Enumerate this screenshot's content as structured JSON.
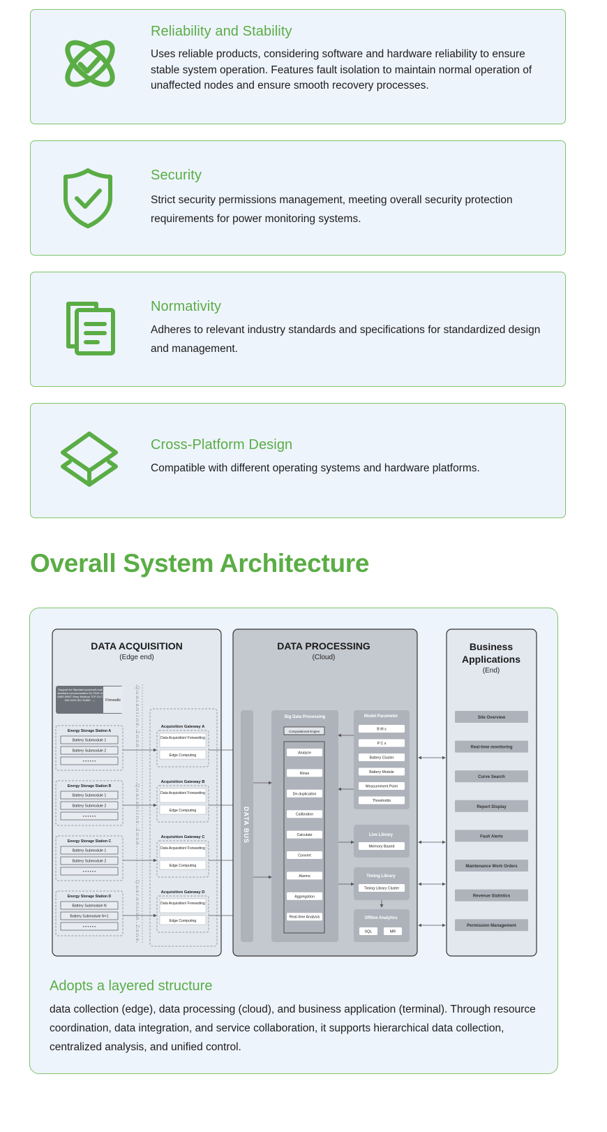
{
  "features": [
    {
      "title": "Reliability and Stability",
      "desc": "Uses reliable products, considering software and hardware reliability to ensure stable system operation. Features fault isolation to maintain normal operation of unaffected nodes and ensure smooth recovery processes.",
      "icon": "orbit-check-icon"
    },
    {
      "title": "Security",
      "desc": "Strict security permissions management, meeting overall security protection requirements for power monitoring systems.",
      "icon": "shield-check-icon"
    },
    {
      "title": "Normativity",
      "desc": "Adheres to relevant industry standards and specifications for standardized design and management.",
      "icon": "documents-icon"
    },
    {
      "title": "Cross-Platform Design",
      "desc": "Compatible with different operating systems and hardware platforms.",
      "icon": "layers-icon"
    }
  ],
  "section_title": "Overall System Architecture",
  "architecture": {
    "acquisition": {
      "title": "DATA ACQUISITION",
      "subtitle": "(Edge end)",
      "support_text": "Support for Standard protocol/Local standard communication DL/T645 UI MMS 698/T Wmp Modbus TCP DL/T 634.5104 IEC 61850 ......",
      "firewall": "Firewalls",
      "zone_label": "Quarantine Zone",
      "stations": [
        {
          "name": "Energy Storage Station A",
          "modules": [
            "Battery Submodule 1",
            "Battery Submodule 2",
            "• • • • • •"
          ]
        },
        {
          "name": "Energy Storage Station B",
          "modules": [
            "Battery Submodule 1",
            "Battery Submodule 2",
            "• • • • • •"
          ]
        },
        {
          "name": "Energy Storage Station C",
          "modules": [
            "Battery Submodule 1",
            "Battery Submodule 2",
            "• • • • • •"
          ]
        },
        {
          "name": "Energy Storage Station D",
          "modules": [
            "Battery Submodule N",
            "Battery Submodule N+1",
            "• • • • • •"
          ]
        }
      ],
      "gateways": [
        {
          "name": "Acquisition Gateway A",
          "items": [
            "Data Acquisition/ Forwarding",
            "Edge Computing"
          ]
        },
        {
          "name": "Acquisition Gateway B",
          "items": [
            "Data Acquisition/ Forwarding",
            "Edge Computing"
          ]
        },
        {
          "name": "Acquisition Gateway C",
          "items": [
            "Data Acquisition/ Forwarding",
            "Edge Computing"
          ]
        },
        {
          "name": "Acquisition Gateway D",
          "items": [
            "Data Acquisition/ Forwarding",
            "Edge Computing"
          ]
        }
      ]
    },
    "processing": {
      "title": "DATA PROCESSING",
      "subtitle": "(Cloud)",
      "bus": "DATA BUS",
      "big_data": "Big Data Processing",
      "engine": "Computational Engine",
      "steps": [
        "Analyze",
        "Rinse",
        "De-duplication",
        "Calibration",
        "Calculate",
        "Convert",
        "Alarms",
        "Aggregation",
        "Real-time Analysis"
      ],
      "model_title": "Model Parameter",
      "model_items": [
        "B M s",
        "P C s",
        "Battery Cluster",
        "Battery Module",
        "Measurement Point",
        "Thresholds"
      ],
      "live_title": "Live Library",
      "live_item": "Memory Based",
      "timing_title": "Timing Library",
      "timing_item": "Timing Library Cluster",
      "offline_title": "Offline Analytics",
      "offline_items": [
        "SQL",
        "MR"
      ]
    },
    "business": {
      "title_line1": "Business",
      "title_line2": "Applications",
      "subtitle": "(End)",
      "items": [
        "Site Overview",
        "Real-time monitoring",
        "Curve Search",
        "Report Display",
        "Fault Alerts",
        "Maintenance Work Orders",
        "Revenue Statistics",
        "Permission Management"
      ]
    },
    "subtitle": "Adopts a layered structure",
    "desc": "data collection (edge), data processing (cloud), and business application (terminal). Through resource coordination, data integration, and service collaboration, it supports hierarchical data collection, centralized analysis, and unified control."
  },
  "colors": {
    "accent_green": "#5aad45",
    "card_bg": "#eef4fc",
    "card_border": "#7ec46a",
    "panel_gray": "#c4c8cf",
    "panel_light": "#e3e8ef"
  }
}
